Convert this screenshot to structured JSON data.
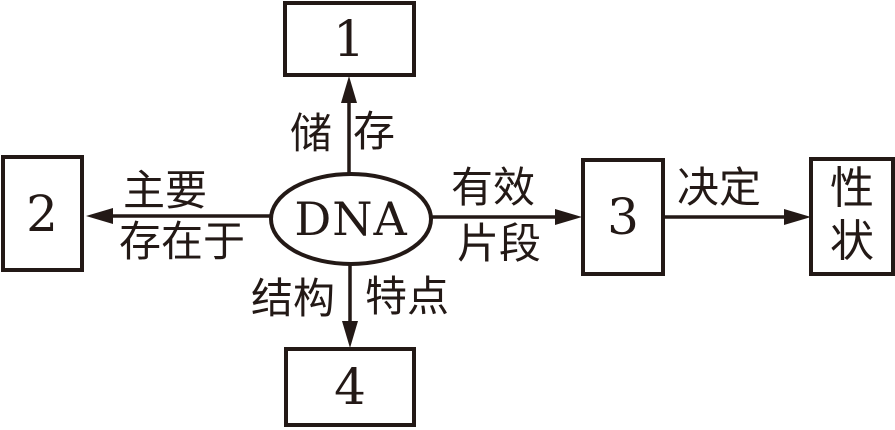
{
  "diagram": {
    "description": "DNA concept map with numbered placeholder boxes",
    "colors": {
      "ink": "#231916",
      "background": "#ffffff"
    },
    "center": {
      "label": "DNA"
    },
    "boxes": {
      "box1": {
        "label": "1"
      },
      "box2": {
        "label": "2"
      },
      "box3": {
        "label": "3"
      },
      "box4": {
        "label": "4"
      },
      "traits": {
        "label": "性状",
        "chars": [
          "性",
          "状"
        ]
      }
    },
    "edges": {
      "store": {
        "full_label": "储存",
        "label_left": "储",
        "label_right": "存"
      },
      "exists": {
        "full_label": "主要存在于",
        "label_top": "主要",
        "label_bottom": "存在于"
      },
      "segment": {
        "full_label": "有效片段",
        "label_top": "有效",
        "label_bottom": "片段"
      },
      "determine": {
        "full_label": "决定",
        "label": "决定"
      },
      "structure": {
        "full_label": "结构特点",
        "label_left": "结构",
        "label_right": "特点"
      }
    }
  }
}
